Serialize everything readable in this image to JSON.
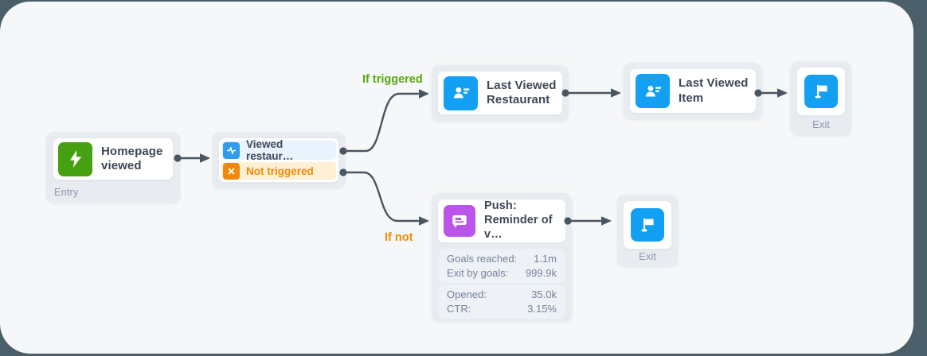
{
  "colors": {
    "backdrop": "#4a5f69",
    "canvas_bg": "#f6f7f8",
    "node_bg": "#e8ecf1",
    "card_bg": "#ffffff",
    "stat_bg": "#eef1f6",
    "title_text": "#3e4756",
    "muted_text": "#8b98ac",
    "stat_text": "#76839b",
    "edge_line": "#4a5562",
    "entry_green": "#47a011",
    "accent_blue": "#14a0f2",
    "warning_orange": "#f0890a",
    "push_purple": "#bb54e8",
    "if_triggered_green": "#58a813",
    "if_not_orange": "#ef8b03"
  },
  "nodes": {
    "entry": {
      "title": "Homepage\nviewed",
      "type_label": "Entry",
      "icon": "lightning-icon"
    },
    "condition": {
      "rows": [
        {
          "label": "Viewed restaur…",
          "icon": "pulse-icon"
        },
        {
          "label": "Not triggered",
          "icon": "x-icon"
        }
      ]
    },
    "last_viewed_restaurant": {
      "title": "Last Viewed\nRestaurant",
      "icon": "contact-card-icon"
    },
    "last_viewed_item": {
      "title": "Last Viewed\nItem",
      "icon": "contact-card-icon"
    },
    "exit_top": {
      "label": "Exit",
      "icon": "flag-icon"
    },
    "push": {
      "title": "Push:\nReminder of v…",
      "icon": "chat-bubble-icon",
      "stat_groups": [
        {
          "rows": [
            {
              "label": "Goals reached:",
              "value": "1.1m"
            },
            {
              "label": "Exit by goals:",
              "value": "999.9k"
            }
          ]
        },
        {
          "rows": [
            {
              "label": "Opened:",
              "value": "35.0k"
            },
            {
              "label": "CTR:",
              "value": "3.15%"
            }
          ]
        }
      ]
    },
    "exit_bottom": {
      "label": "Exit",
      "icon": "flag-icon"
    }
  },
  "edges": {
    "if_triggered_label": "If triggered",
    "if_not_label": "If not"
  }
}
